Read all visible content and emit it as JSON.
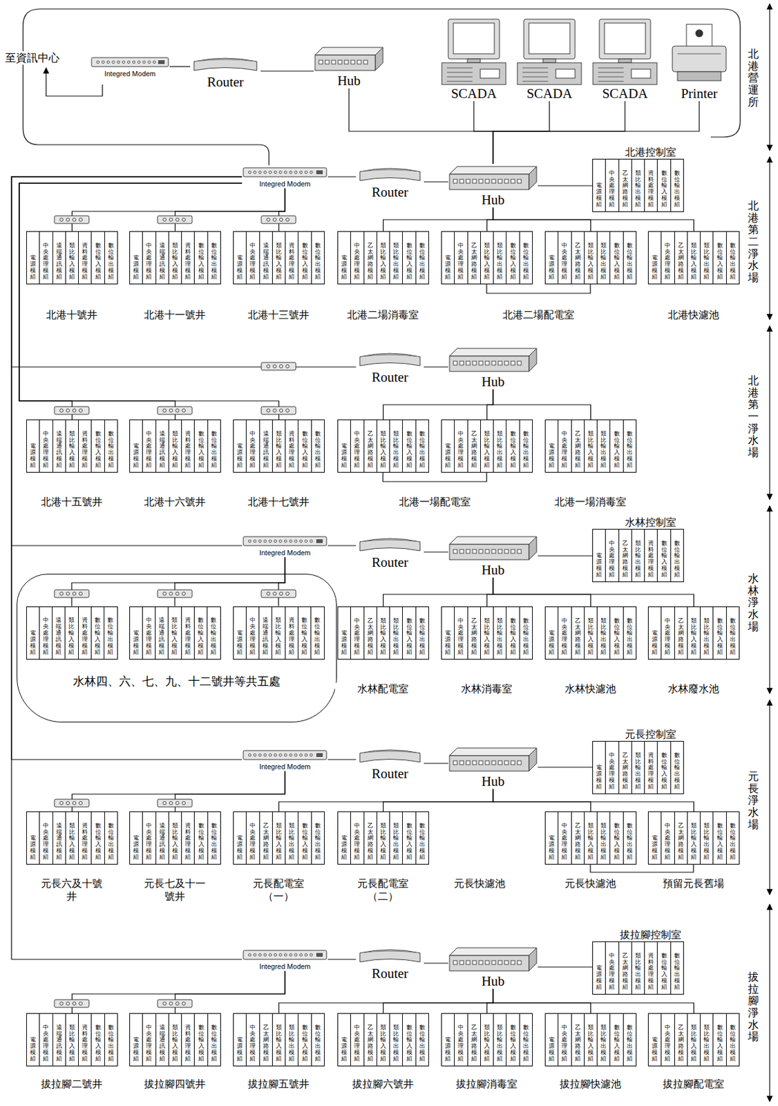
{
  "diagram": {
    "nodes": [
      {
        "text": [
          "Integred Modem"
        ]
      },
      {
        "text": [
          "Router"
        ]
      },
      {
        "text": [
          "Hub"
        ]
      },
      {
        "text": [
          "SCADA"
        ]
      },
      {
        "text": [
          "SCADA"
        ]
      },
      {
        "text": [
          "SCADA"
        ]
      },
      {
        "text": [
          "Printer"
        ]
      },
      {
        "text": [
          "Integred Modem"
        ]
      },
      {
        "text": [
          "Router"
        ]
      },
      {
        "text": [
          "Hub"
        ]
      },
      {
        "text": [
          "電源模組",
          "中央處理模組",
          "乙太網路模組",
          "類比輸出模組",
          "資料處理模組",
          "數位輸入模組",
          "數位輸出模組"
        ]
      },
      {
        "text": [
          "電源模組",
          "中央處理模組",
          "遠端通訊模組",
          "類比輸入模組",
          "資料處理模組",
          "數位輸入模組",
          "數位輸出模組"
        ]
      },
      {
        "text": [
          "電源模組",
          "中央處理模組",
          "遠端通訊模組",
          "類比輸入模組",
          "資料處理模組",
          "數位輸入模組",
          "數位輸出模組"
        ]
      },
      {
        "text": [
          "電源模組",
          "中央處理模組",
          "遠端通訊模組",
          "類比輸入模組",
          "資料處理模組",
          "數位輸入模組",
          "數位輸出模組"
        ]
      },
      {
        "text": [
          "電源模組",
          "中央處理模組",
          "乙太網路模組",
          "類比輸入模組",
          "類比輸出模組",
          "數位輸入模組",
          "數位輸出模組"
        ]
      },
      {
        "text": [
          "電源模組",
          "中央處理模組",
          "乙太網路模組",
          "類比輸入模組",
          "類比輸出模組",
          "數位輸入模組",
          "數位輸出模組"
        ]
      },
      {
        "text": [
          "電源模組",
          "中央處理模組",
          "乙太網路模組",
          "類比輸入模組",
          "類比輸出模組",
          "數位輸入模組",
          "數位輸出模組"
        ]
      },
      {
        "text": [
          "電源模組",
          "中央處理模組",
          "乙太網路模組",
          "類比輸入模組",
          "類比輸出模組",
          "數位輸入模組",
          "數位輸出模組"
        ]
      },
      {
        "text": [
          "Router"
        ]
      },
      {
        "text": [
          "Hub"
        ]
      },
      {
        "text": [
          "電源模組",
          "中央處理模組",
          "遠端通訊模組",
          "類比輸入模組",
          "資料處理模組",
          "數位輸入模組",
          "數位輸出模組"
        ]
      },
      {
        "text": [
          "電源模組",
          "中央處理模組",
          "遠端通訊模組",
          "類比輸入模組",
          "資料處理模組",
          "數位輸入模組",
          "數位輸出模組"
        ]
      },
      {
        "text": [
          "電源模組",
          "中央處理模組",
          "遠端通訊模組",
          "類比輸入模組",
          "資料處理模組",
          "數位輸入模組",
          "數位輸出模組"
        ]
      },
      {
        "text": [
          "電源模組",
          "中央處理模組",
          "乙太網路模組",
          "類比輸入模組",
          "類比輸出模組",
          "數位輸入模組",
          "數位輸出模組"
        ]
      },
      {
        "text": [
          "電源模組",
          "中央處理模組",
          "乙太網路模組",
          "類比輸入模組",
          "類比輸出模組",
          "數位輸入模組",
          "數位輸出模組"
        ]
      },
      {
        "text": [
          "電源模組",
          "中央處理模組",
          "乙太網路模組",
          "類比輸入模組",
          "類比輸出模組",
          "數位輸入模組",
          "數位輸出模組"
        ]
      },
      {
        "text": [
          "Integred Modem"
        ]
      },
      {
        "text": [
          "Router"
        ]
      },
      {
        "text": [
          "Hub"
        ]
      },
      {
        "text": [
          "電源模組",
          "中央處理模組",
          "乙太網路模組",
          "類比輸出模組",
          "資料處理模組",
          "數位輸入模組",
          "數位輸出模組"
        ]
      },
      {
        "text": [
          "水林四、六、七、九、十二號井等共五處"
        ]
      },
      {
        "text": [
          "電源模組",
          "中央處理模組",
          "遠端通訊模組",
          "類比輸入模組",
          "資料處理模組",
          "數位輸入模組",
          "數位輸出模組"
        ],
        "in": 30
      },
      {
        "text": [
          "電源模組",
          "中央處理模組",
          "遠端通訊模組",
          "類比輸入模組",
          "資料處理模組",
          "數位輸入模組",
          "數位輸出模組"
        ],
        "in": 30
      },
      {
        "text": [
          "電源模組",
          "中央處理模組",
          "遠端通訊模組",
          "類比輸入模組",
          "資料處理模組",
          "數位輸入模組",
          "數位輸出模組"
        ],
        "in": 30
      },
      {
        "text": [
          "電源模組",
          "中央處理模組",
          "乙太網路模組",
          "類比輸入模組",
          "類比輸出模組",
          "數位輸入模組",
          "數位輸出模組"
        ]
      },
      {
        "text": [
          "電源模組",
          "中央處理模組",
          "乙太網路模組",
          "類比輸入模組",
          "類比輸出模組",
          "數位輸入模組",
          "數位輸出模組"
        ]
      },
      {
        "text": [
          "電源模組",
          "中央處理模組",
          "乙太網路模組",
          "類比輸入模組",
          "類比輸出模組",
          "數位輸入模組",
          "數位輸出模組"
        ]
      },
      {
        "text": [
          "電源模組",
          "中央處理模組",
          "乙太網路模組",
          "類比輸入模組",
          "類比輸出模組",
          "數位輸入模組",
          "數位輸出模組"
        ]
      },
      {
        "text": [
          "Integred Modem"
        ]
      },
      {
        "text": [
          "Router"
        ]
      },
      {
        "text": [
          "Hub"
        ]
      },
      {
        "text": [
          "電源模組",
          "中央處理模組",
          "乙太網路模組",
          "類比輸出模組",
          "資料處理模組",
          "數位輸入模組",
          "數位輸出模組"
        ]
      },
      {
        "text": [
          "電源模組",
          "中央處理模組",
          "遠端通訊模組",
          "類比輸入模組",
          "資料處理模組",
          "數位輸入模組",
          "數位輸出模組"
        ]
      },
      {
        "text": [
          "電源模組",
          "中央處理模組",
          "遠端通訊模組",
          "類比輸入模組",
          "資料處理模組",
          "數位輸入模組",
          "數位輸出模組"
        ]
      },
      {
        "text": [
          "電源模組",
          "中央處理模組",
          "乙太網路模組",
          "類比輸入模組",
          "類比輸出模組",
          "數位輸入模組",
          "數位輸出模組"
        ]
      },
      {
        "text": [
          "電源模組",
          "中央處理模組",
          "乙太網路模組",
          "類比輸入模組",
          "類比輸出模組",
          "數位輸入模組",
          "數位輸出模組"
        ]
      },
      {
        "text": [
          "電源模組",
          "中央處理模組",
          "乙太網路模組",
          "類比輸入模組",
          "類比輸出模組",
          "數位輸入模組",
          "數位輸出模組"
        ]
      },
      {
        "text": [
          "電源模組",
          "中央處理模組",
          "乙太網路模組",
          "類比輸入模組",
          "類比輸出模組",
          "數位輸入模組",
          "數位輸出模組"
        ]
      },
      {
        "text": [
          "Integred Modem"
        ]
      },
      {
        "text": [
          "Router"
        ]
      },
      {
        "text": [
          "Hub"
        ]
      },
      {
        "text": [
          "電源模組",
          "中央處理模組",
          "乙太網路模組",
          "類比輸出模組",
          "資料處理模組",
          "數位輸入模組",
          "數位輸出模組"
        ]
      },
      {
        "text": [
          "電源模組",
          "中央處理模組",
          "遠端通訊模組",
          "類比輸入模組",
          "資料處理模組",
          "數位輸入模組",
          "數位輸出模組"
        ]
      },
      {
        "text": [
          "電源模組",
          "中央處理模組",
          "遠端通訊模組",
          "類比輸入模組",
          "資料處理模組",
          "數位輸入模組",
          "數位輸出模組"
        ]
      },
      {
        "text": [
          "電源模組",
          "中央處理模組",
          "乙太網路模組",
          "類比輸入模組",
          "類比輸出模組",
          "數位輸入模組",
          "數位輸出模組"
        ]
      },
      {
        "text": [
          "電源模組",
          "中央處理模組",
          "乙太網路模組",
          "類比輸入模組",
          "類比輸出模組",
          "數位輸入模組",
          "數位輸出模組"
        ]
      },
      {
        "text": [
          "電源模組",
          "中央處理模組",
          "乙太網路模組",
          "類比輸入模組",
          "類比輸出模組",
          "數位輸入模組",
          "數位輸出模組"
        ]
      },
      {
        "text": [
          "電源模組",
          "中央處理模組",
          "乙太網路模組",
          "類比輸入模組",
          "類比輸出模組",
          "數位輸入模組",
          "數位輸出模組"
        ]
      },
      {
        "text": [
          "電源模組",
          "中央處理模組",
          "乙太網路模組",
          "類比輸入模組",
          "類比輸出模組",
          "數位輸入模組",
          "數位輸出模組"
        ]
      }
    ],
    "edges": [
      {
        "from": 0,
        "to": 1,
        "arrow": "none"
      },
      {
        "from": 1,
        "to": 2,
        "arrow": "none"
      },
      {
        "from": 2,
        "to": 9,
        "arrow": "none"
      },
      {
        "from": 3,
        "to": 9,
        "arrow": "none"
      },
      {
        "from": 4,
        "to": 9,
        "arrow": "none"
      },
      {
        "from": 5,
        "to": 9,
        "arrow": "none"
      },
      {
        "from": 6,
        "to": 9,
        "arrow": "none"
      },
      {
        "from": 7,
        "to": 8,
        "arrow": "none"
      },
      {
        "from": 8,
        "to": 9,
        "arrow": "none"
      },
      {
        "from": 9,
        "to": 10,
        "arrow": "none"
      },
      {
        "from": 9,
        "to": 14,
        "arrow": "none"
      },
      {
        "from": 9,
        "to": 15,
        "arrow": "none"
      },
      {
        "from": 9,
        "to": 16,
        "arrow": "none"
      },
      {
        "from": 9,
        "to": 17,
        "arrow": "none"
      },
      {
        "from": 7,
        "to": 11,
        "arrow": "none"
      },
      {
        "from": 7,
        "to": 12,
        "arrow": "none"
      },
      {
        "from": 7,
        "to": 13,
        "arrow": "none"
      },
      {
        "from": 7,
        "to": 18,
        "arrow": "none"
      },
      {
        "from": 18,
        "to": 19,
        "arrow": "none"
      },
      {
        "from": 19,
        "to": 23,
        "arrow": "none"
      },
      {
        "from": 19,
        "to": 24,
        "arrow": "none"
      },
      {
        "from": 19,
        "to": 25,
        "arrow": "none"
      },
      {
        "from": 7,
        "to": 20,
        "arrow": "none"
      },
      {
        "from": 7,
        "to": 21,
        "arrow": "none"
      },
      {
        "from": 7,
        "to": 22,
        "arrow": "none"
      },
      {
        "from": 7,
        "to": 26,
        "arrow": "none"
      },
      {
        "from": 26,
        "to": 27,
        "arrow": "none"
      },
      {
        "from": 27,
        "to": 28,
        "arrow": "none"
      },
      {
        "from": 28,
        "to": 29,
        "arrow": "none"
      },
      {
        "from": 28,
        "to": 34,
        "arrow": "none"
      },
      {
        "from": 28,
        "to": 35,
        "arrow": "none"
      },
      {
        "from": 28,
        "to": 36,
        "arrow": "none"
      },
      {
        "from": 28,
        "to": 37,
        "arrow": "none"
      },
      {
        "from": 26,
        "to": 31,
        "arrow": "none"
      },
      {
        "from": 26,
        "to": 32,
        "arrow": "none"
      },
      {
        "from": 26,
        "to": 33,
        "arrow": "none"
      },
      {
        "from": 7,
        "to": 38,
        "arrow": "none"
      },
      {
        "from": 38,
        "to": 39,
        "arrow": "none"
      },
      {
        "from": 39,
        "to": 40,
        "arrow": "none"
      },
      {
        "from": 40,
        "to": 41,
        "arrow": "none"
      },
      {
        "from": 40,
        "to": 44,
        "arrow": "none"
      },
      {
        "from": 40,
        "to": 45,
        "arrow": "none"
      },
      {
        "from": 40,
        "to": 46,
        "arrow": "none"
      },
      {
        "from": 40,
        "to": 47,
        "arrow": "none"
      },
      {
        "from": 38,
        "to": 42,
        "arrow": "none"
      },
      {
        "from": 38,
        "to": 43,
        "arrow": "none"
      },
      {
        "from": 7,
        "to": 48,
        "arrow": "none"
      },
      {
        "from": 48,
        "to": 49,
        "arrow": "none"
      },
      {
        "from": 49,
        "to": 50,
        "arrow": "none"
      },
      {
        "from": 50,
        "to": 51,
        "arrow": "none"
      },
      {
        "from": 50,
        "to": 54,
        "arrow": "none"
      },
      {
        "from": 50,
        "to": 55,
        "arrow": "none"
      },
      {
        "from": 50,
        "to": 56,
        "arrow": "none"
      },
      {
        "from": 50,
        "to": 57,
        "arrow": "none"
      },
      {
        "from": 50,
        "to": 58,
        "arrow": "none"
      },
      {
        "from": 48,
        "to": 52,
        "arrow": "none"
      },
      {
        "from": 48,
        "to": 53,
        "arrow": "none"
      }
    ],
    "labels": [
      "至資訊中心",
      "北港營運所",
      "北港控制室",
      "北港十號井",
      "北港十一號井",
      "北港十三號井",
      "北港二場消毒室",
      "北港二場配電室",
      "北港快濾池",
      "北港第二淨水場",
      "北港十五號井",
      "北港十六號井",
      "北港十七號井",
      "北港一場配電室",
      "北港一場消毒室",
      "北港第一淨水場",
      "水林控制室",
      "水林配電室",
      "水林消毒室",
      "水林快濾池",
      "水林廢水池",
      "水林淨水場",
      "元長控制室",
      "元長六及十號 井",
      "元長七及十一 號井",
      "元長配電室 （一）",
      "元長配電室 （二）",
      "元長快濾池",
      "元長快濾池",
      "預留元長舊場",
      "元長淨水場",
      "拔拉腳控制室",
      "拔拉腳二號井",
      "拔拉腳四號井",
      "拔拉腳五號井",
      "拔拉腳六號井",
      "拔拉腳消毒室",
      "拔拉腳快濾池",
      "拔拉腳配電室",
      "拔拉腳淨水場"
    ]
  }
}
